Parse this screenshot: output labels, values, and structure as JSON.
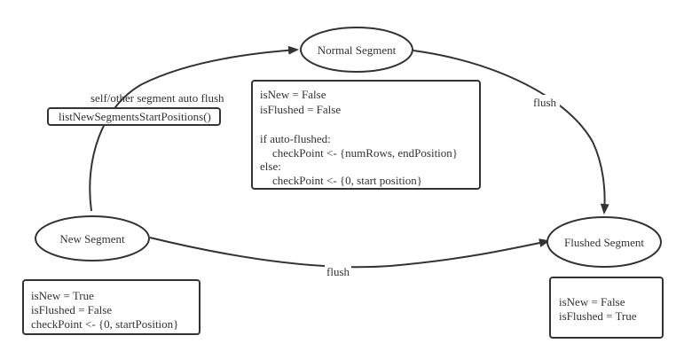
{
  "states": {
    "normal": {
      "label": "Normal Segment"
    },
    "new": {
      "label": "New Segment"
    },
    "flushed": {
      "label": "Flushed Segment"
    }
  },
  "edges": {
    "new_to_normal": {
      "label": "self/other segment auto flush",
      "method": "listNewSegmentsStartPositions()"
    },
    "normal_to_flushed": {
      "label": "flush"
    },
    "new_to_flushed": {
      "label": "flush"
    }
  },
  "notes": {
    "normal": [
      "isNew = False",
      "isFlushed = False",
      "",
      "if auto-flushed:",
      "checkPoint <- {numRows, endPosition}",
      "else:",
      "checkPoint <- {0, start position}"
    ],
    "new": [
      "isNew = True",
      "isFlushed = False",
      "checkPoint <- {0, startPosition}"
    ],
    "flushed": [
      "isNew = False",
      "isFlushed = True"
    ]
  },
  "colors": {
    "stroke": "#333333",
    "background": "#ffffff"
  }
}
